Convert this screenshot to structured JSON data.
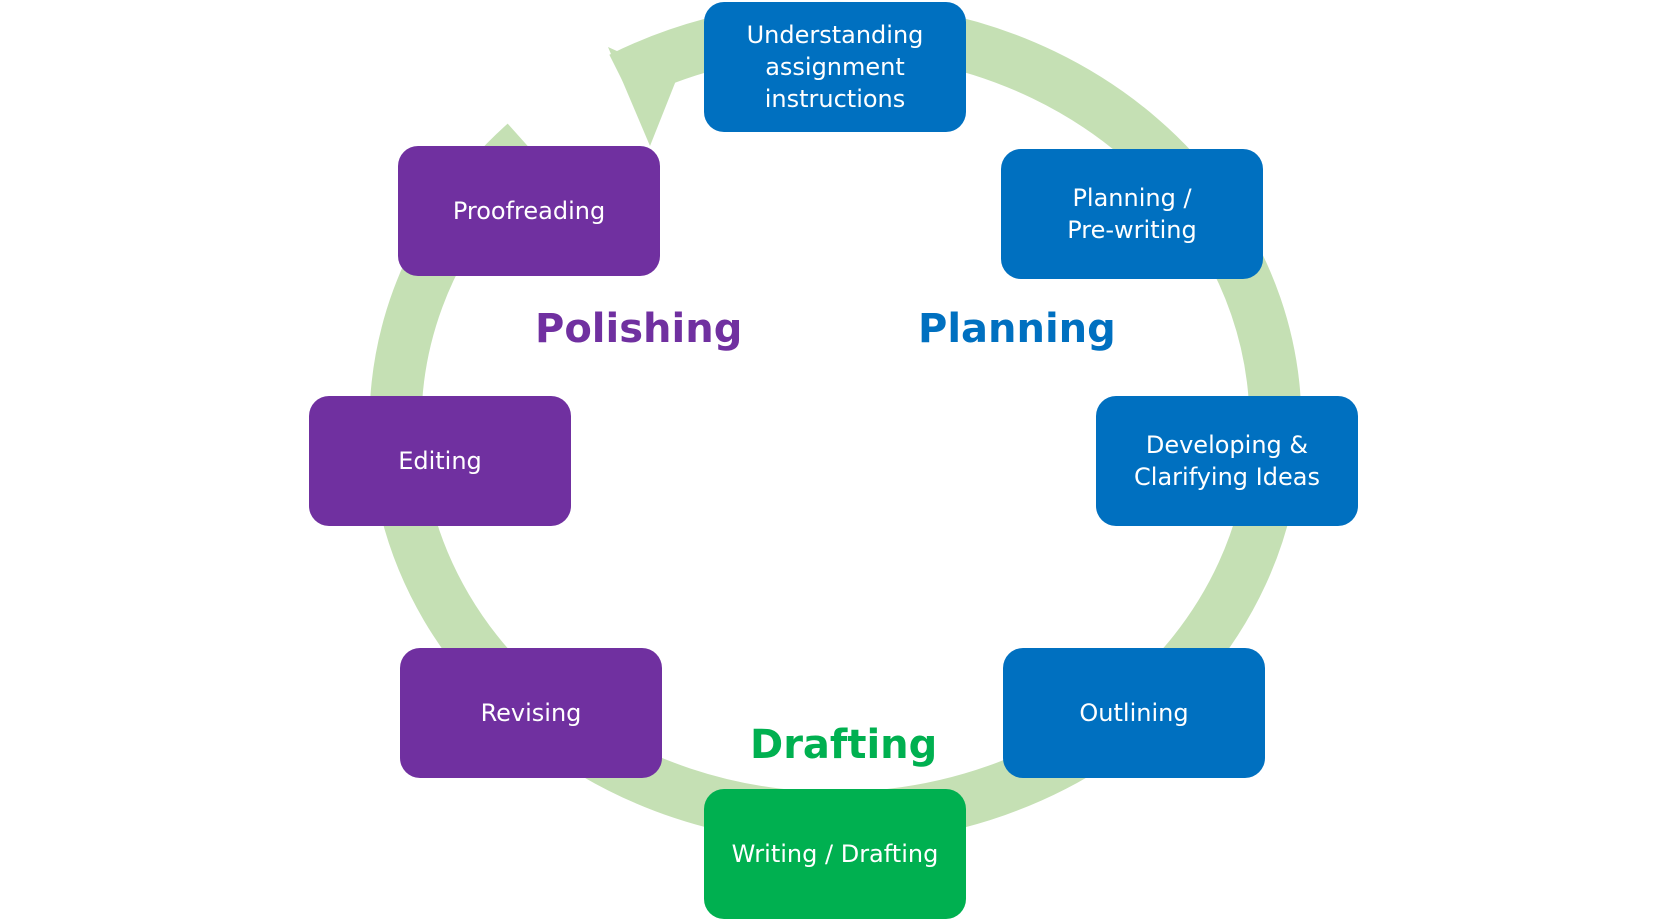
{
  "steps": {
    "understanding": "Understanding\nassignment\ninstructions",
    "planning_prewriting": "Planning /\nPre-writing",
    "developing": "Developing &\nClarifying Ideas",
    "outlining": "Outlining",
    "writing_drafting": "Writing / Drafting",
    "revising": "Revising",
    "editing": "Editing",
    "proofreading": "Proofreading"
  },
  "phases": {
    "planning": "Planning",
    "drafting": "Drafting",
    "polishing": "Polishing"
  },
  "colors": {
    "planning": "#0070c0",
    "drafting": "#00b050",
    "polishing": "#7030a0",
    "cycle_arrow": "#c5e0b4"
  }
}
